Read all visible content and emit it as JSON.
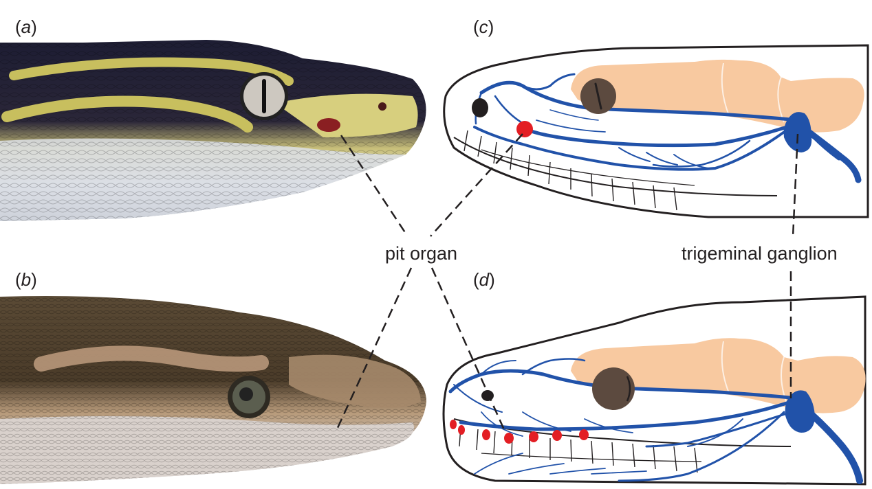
{
  "panels": {
    "a": {
      "open": "(",
      "letter": "a",
      "close": ")"
    },
    "b": {
      "open": "(",
      "letter": "b",
      "close": ")"
    },
    "c": {
      "open": "(",
      "letter": "c",
      "close": ")"
    },
    "d": {
      "open": "(",
      "letter": "d",
      "close": ")"
    }
  },
  "labels": {
    "pit_organ": "pit organ",
    "trigeminal_ganglion": "trigeminal ganglion"
  },
  "colors": {
    "nerve": "#2152a9",
    "brain": "#f8c9a0",
    "pit": "#e31e24",
    "eye": "#5c4a3f",
    "outline": "#231f20",
    "leader": "#231f20"
  }
}
